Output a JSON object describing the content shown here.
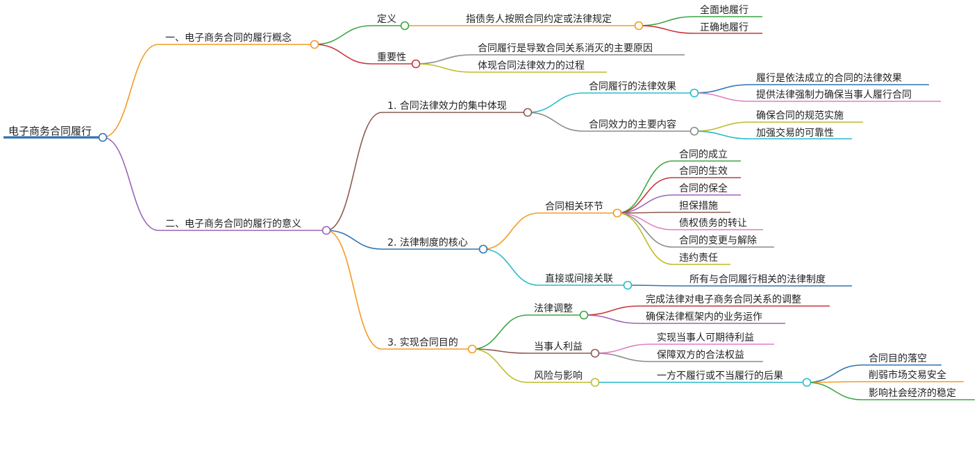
{
  "root": {
    "label": "电子商务合同履行",
    "color": "#2d73b0"
  },
  "branches": [
    {
      "label": "一、电子商务合同的履行概念",
      "color": "#f39a24",
      "children": [
        {
          "label": "定义",
          "color": "#3aa640",
          "children": [
            {
              "label": "指债务人按照合同约定或法律规定",
              "color": "#f39a24",
              "children": [
                {
                  "label": "全面地履行",
                  "color": "#3aa640"
                },
                {
                  "label": "正确地履行",
                  "color": "#c9353a"
                }
              ]
            }
          ]
        },
        {
          "label": "重要性",
          "color": "#c9353a",
          "children": [
            {
              "label": "合同履行是导致合同关系消灭的主要原因",
              "color": "#8a8a8a"
            },
            {
              "label": "体现合同法律效力的过程",
              "color": "#bcbc2c"
            }
          ]
        }
      ]
    },
    {
      "label": "二、电子商务合同的履行的意义",
      "color": "#9a63b8",
      "children": [
        {
          "label": "1. 合同法律效力的集中体现",
          "color": "#8c5a4f",
          "children": [
            {
              "label": "合同履行的法律效果",
              "color": "#25bccc",
              "children": [
                {
                  "label": "履行是依法成立的合同的法律效果",
                  "color": "#2d73b0"
                },
                {
                  "label": "提供法律强制力确保当事人履行合同",
                  "color": "#e37cc3"
                }
              ]
            },
            {
              "label": "合同效力的主要内容",
              "color": "#8a8a8a",
              "children": [
                {
                  "label": "确保合同的规范实施",
                  "color": "#bcbc2c"
                },
                {
                  "label": "加强交易的可靠性",
                  "color": "#25bccc"
                }
              ]
            }
          ]
        },
        {
          "label": "2. 法律制度的核心",
          "color": "#2d73b0",
          "children": [
            {
              "label": "合同相关环节",
              "color": "#f39a24",
              "children": [
                {
                  "label": "合同的成立",
                  "color": "#3aa640"
                },
                {
                  "label": "合同的生效",
                  "color": "#c9353a"
                },
                {
                  "label": "合同的保全",
                  "color": "#9a63b8"
                },
                {
                  "label": "担保措施",
                  "color": "#8c5a4f"
                },
                {
                  "label": "债权债务的转让",
                  "color": "#e37cc3"
                },
                {
                  "label": "合同的变更与解除",
                  "color": "#8a8a8a"
                },
                {
                  "label": "违约责任",
                  "color": "#bcbc2c"
                }
              ]
            },
            {
              "label": "直接或间接关联",
              "color": "#25bccc",
              "children": [
                {
                  "label": "所有与合同履行相关的法律制度",
                  "color": "#2d73b0"
                }
              ]
            }
          ]
        },
        {
          "label": "3. 实现合同目的",
          "color": "#f39a24",
          "children": [
            {
              "label": "法律调整",
              "color": "#3aa640",
              "children": [
                {
                  "label": "完成法律对电子商务合同关系的调整",
                  "color": "#c9353a"
                },
                {
                  "label": "确保法律框架内的业务运作",
                  "color": "#9a63b8"
                }
              ]
            },
            {
              "label": "当事人利益",
              "color": "#8c5a4f",
              "children": [
                {
                  "label": "实现当事人可期待利益",
                  "color": "#e37cc3"
                },
                {
                  "label": "保障双方的合法权益",
                  "color": "#8a8a8a"
                }
              ]
            },
            {
              "label": "风险与影响",
              "color": "#bcbc2c",
              "children": [
                {
                  "label": "一方不履行或不当履行的后果",
                  "color": "#25bccc",
                  "children": [
                    {
                      "label": "合同目的落空",
                      "color": "#2d73b0"
                    },
                    {
                      "label": "削弱市场交易安全",
                      "color": "#f39a24"
                    },
                    {
                      "label": "影响社会经济的稳定",
                      "color": "#3aa640"
                    }
                  ]
                }
              ]
            }
          ]
        }
      ]
    }
  ]
}
